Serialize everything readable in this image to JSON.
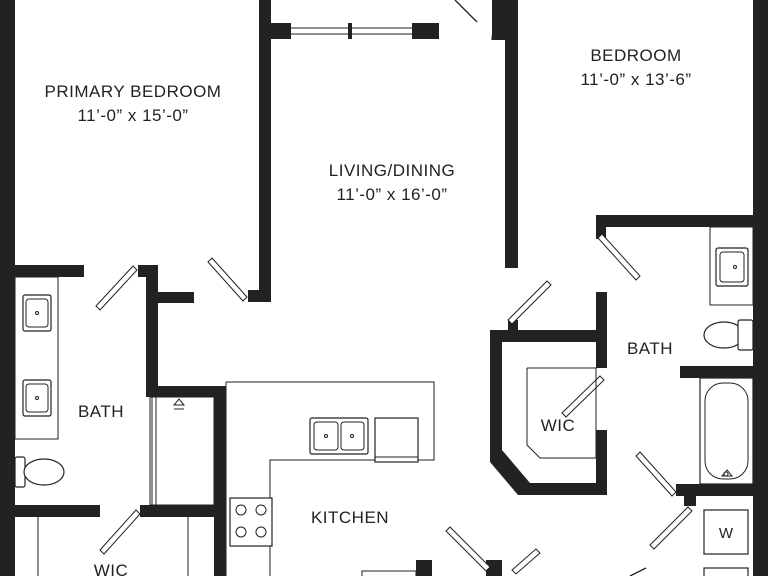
{
  "rooms": {
    "primary_bedroom": {
      "name": "PRIMARY BEDROOM",
      "size": "11’-0” x 15’-0”"
    },
    "living_dining": {
      "name": "LIVING/DINING",
      "size": "11’-0” x 16’-0”"
    },
    "bedroom": {
      "name": "BEDROOM",
      "size": "11’-0” x 13’-6”"
    },
    "bath_left": {
      "name": "BATH"
    },
    "bath_right": {
      "name": "BATH"
    },
    "wic_right": {
      "name": "WIC"
    },
    "wic_left": {
      "name": "WIC"
    },
    "kitchen": {
      "name": "KITCHEN"
    }
  },
  "appliances": {
    "washer": "W"
  },
  "colors": {
    "wall": "#222222",
    "background": "#ffffff"
  }
}
